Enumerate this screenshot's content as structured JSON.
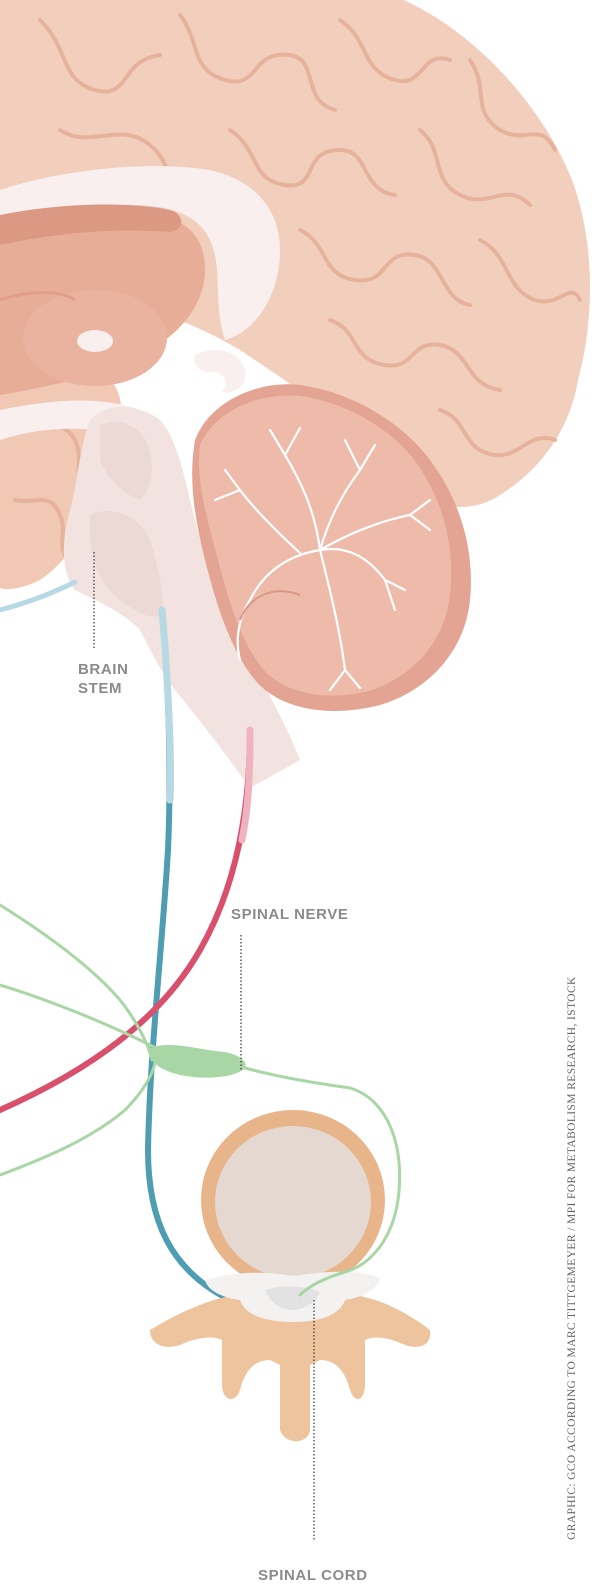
{
  "labels": {
    "brain_stem_line1": "BRAIN",
    "brain_stem_line2": "STEM",
    "spinal_nerve": "SPINAL NERVE",
    "spinal_cord": "SPINAL CORD"
  },
  "credit": "GRAPHIC: GCO ACCORDING TO MARC TITTGEMEYER / MPI FOR METABOLISM RESEARCH, ISTOCK",
  "colors": {
    "background": "#ffffff",
    "cortex": "#f2cfbd",
    "cortex_dark": "#e3ab94",
    "brainstem": "#f3e3e0",
    "corpus_callosum": "#f9efee",
    "cerebellum": "#e9b7a6",
    "cerebellum_dark": "#d9998a",
    "vertebra": "#eec49e",
    "vertebra_body": "#e5d8d0",
    "spinal_cord_white": "#f3f2f1",
    "nerve_blue": "#4f9db2",
    "nerve_red": "#d9506c",
    "nerve_green": "#a8d6a4",
    "label_text": "#8b8b8b",
    "credit_text": "#666666"
  }
}
